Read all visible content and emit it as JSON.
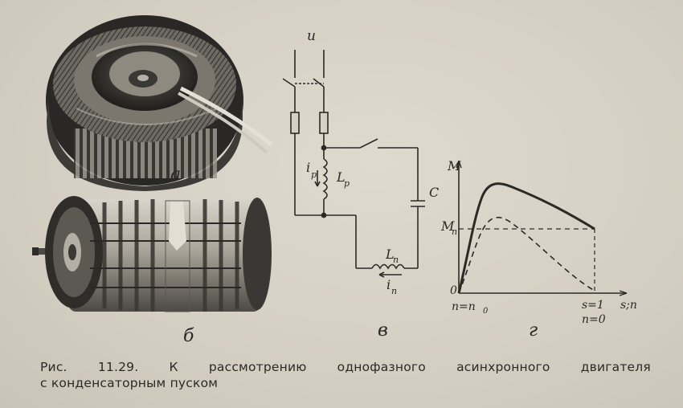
{
  "figure": {
    "panel_labels": {
      "a": "а",
      "b": "б",
      "v": "в",
      "g": "г"
    },
    "circuit_labels": {
      "voltage": "u",
      "i_work": "i",
      "i_work_sub": "p",
      "l_work": "L",
      "l_work_sub": "p",
      "capacitor": "C",
      "l_start": "L",
      "l_start_sub": "п",
      "i_start": "i",
      "i_start_sub": "п"
    },
    "graph_labels": {
      "y_axis": "M",
      "mn": "M",
      "mn_sub": "n",
      "origin": "0",
      "x_start": "n=n",
      "x_start_sub": "0",
      "x_end_top": "s=1",
      "x_end_bottom": "n=0",
      "x_axis": "s;n"
    }
  },
  "caption": {
    "line1_words": [
      "Рис.",
      "11.29.",
      "К",
      "рассмотрению",
      "однофазного",
      "асинхронного",
      "двигателя"
    ],
    "line2": "с конденсаторным пуском"
  }
}
